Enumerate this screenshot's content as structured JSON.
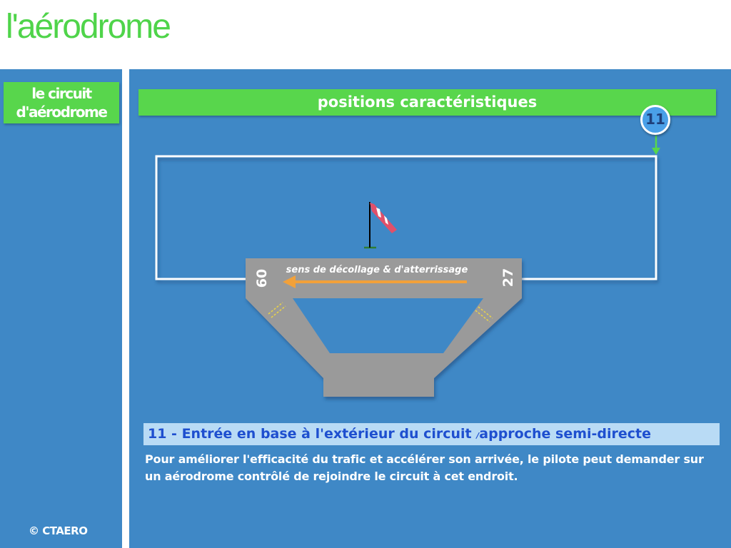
{
  "page": {
    "title": "l'aérodrome",
    "copyright": "© CTAERO"
  },
  "sidebar": {
    "label_line1": "le circuit",
    "label_line2": "d'aérodrome"
  },
  "main": {
    "banner": "positions caractéristiques",
    "position_badge": "11"
  },
  "diagram": {
    "runway_direction_label": "sens de décollage & d'atterrissage",
    "runway_left_number": "60",
    "runway_right_number": "27",
    "colors": {
      "circuit_line": "#ffffff",
      "runway": "#9a9a9a",
      "direction_arrow": "#f2a13a",
      "entry_arrow": "#58d64c",
      "windsock": "#e0506a",
      "holding_marks": "#e8d24a"
    }
  },
  "info": {
    "number": "11 -",
    "entry": "Entrée en base à l'extérieur du circuit",
    "separator": "/",
    "approach": "approche semi-directe",
    "description": "Pour améliorer l'efficacité du trafic et accélérer son arrivée, le pilote peut demander sur un aérodrome contrôlé de rejoindre le circuit à cet endroit."
  },
  "colors": {
    "accent_green": "#58d64c",
    "background_blue": "#3f88c6",
    "info_bar_bg": "#b9dbf5",
    "info_bar_text": "#1e4fcf"
  }
}
